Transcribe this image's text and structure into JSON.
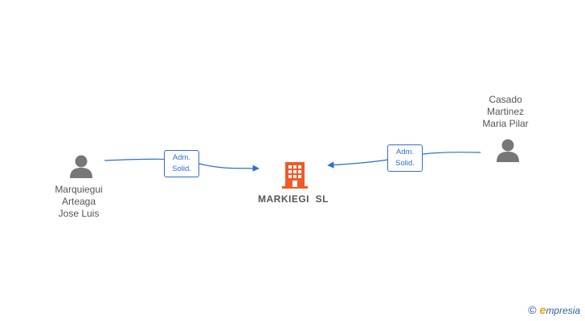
{
  "company": {
    "name": "MARKIEGI  SL",
    "color": "#f05a28"
  },
  "persons": [
    {
      "id": "p1",
      "lines": [
        "Marquiegui",
        "Arteaga",
        "Jose Luis"
      ]
    },
    {
      "id": "p2",
      "lines": [
        "Casado",
        "Martinez",
        "Maria Pilar"
      ]
    }
  ],
  "edges": [
    {
      "from": "p1",
      "lines": [
        "Adm.",
        "Solid."
      ]
    },
    {
      "from": "p2",
      "lines": [
        "Adm.",
        "Solid."
      ]
    }
  ],
  "colors": {
    "edge": "#2d6fcf",
    "person_icon": "#777777",
    "text": "#555555"
  },
  "brand": {
    "copyright_symbol": "©",
    "initial": "e",
    "rest": "mpresia"
  }
}
